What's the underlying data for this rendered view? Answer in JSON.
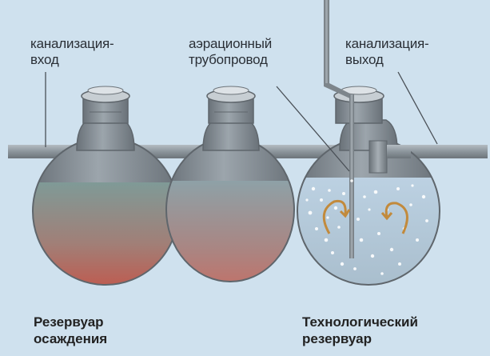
{
  "labels": {
    "inlet": {
      "line1": "канализация-",
      "line2": "вход"
    },
    "aeration": {
      "line1": "аэрационный",
      "line2": "трубопровод"
    },
    "outlet": {
      "line1": "канализация-",
      "line2": "выход"
    }
  },
  "captions": {
    "settling_tank": {
      "line1": "Резервуар",
      "line2": "осаждения"
    },
    "process_tank": {
      "line1": "Технологический",
      "line2": "резервуар"
    }
  },
  "colors": {
    "background": "#cfe1ee",
    "tank_body": "#8a9299",
    "pipe": "#8d959c",
    "sludge_red": "#c45a4e",
    "water_blue": "#b9cfe0",
    "bubbles": "#ffffff",
    "flow_arrow": "#c28a3c"
  },
  "icons": {
    "flow_arrow_left": "circulation-arrow-icon",
    "flow_arrow_right": "circulation-arrow-icon"
  }
}
